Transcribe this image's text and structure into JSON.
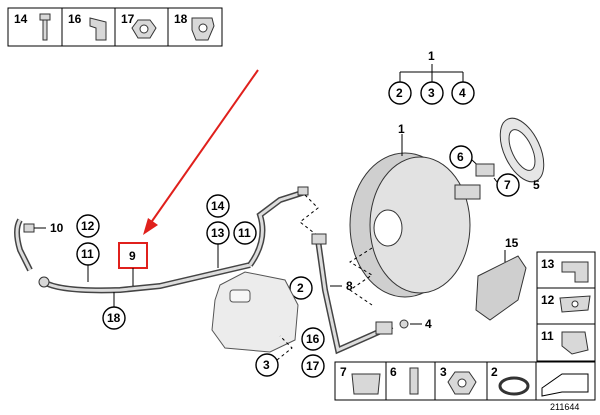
{
  "top_legend": [
    {
      "num": "14",
      "icon": "bolt-icon"
    },
    {
      "num": "16",
      "icon": "bracket-icon"
    },
    {
      "num": "17",
      "icon": "nut-icon"
    },
    {
      "num": "18",
      "icon": "hose-clip-icon"
    }
  ],
  "bottom_legend": [
    {
      "num": "7",
      "icon": "clip-icon"
    },
    {
      "num": "6",
      "icon": "pin-icon"
    },
    {
      "num": "3",
      "icon": "nut-icon"
    },
    {
      "num": "2",
      "icon": "o-ring-icon"
    }
  ],
  "side_legend": [
    {
      "num": "13",
      "icon": "bracket-icon"
    },
    {
      "num": "12",
      "icon": "clamp-icon"
    },
    {
      "num": "11",
      "icon": "clip-icon"
    }
  ],
  "callouts": {
    "c1_top": "1",
    "c2_top": "2",
    "c3_top": "3",
    "c4_top": "4",
    "c1": "1",
    "c6": "6",
    "c7": "7",
    "c5": "5",
    "c10": "10",
    "c12": "12",
    "c11_left": "11",
    "c9": "9",
    "c18": "18",
    "c14": "14",
    "c13": "13",
    "c11_mid": "11",
    "c2": "2",
    "c8": "8",
    "c3": "3",
    "c16": "16",
    "c17": "17",
    "c4": "4",
    "c15": "15"
  },
  "highlight": {
    "color": "#e0201c"
  },
  "diagram_id": "211644"
}
